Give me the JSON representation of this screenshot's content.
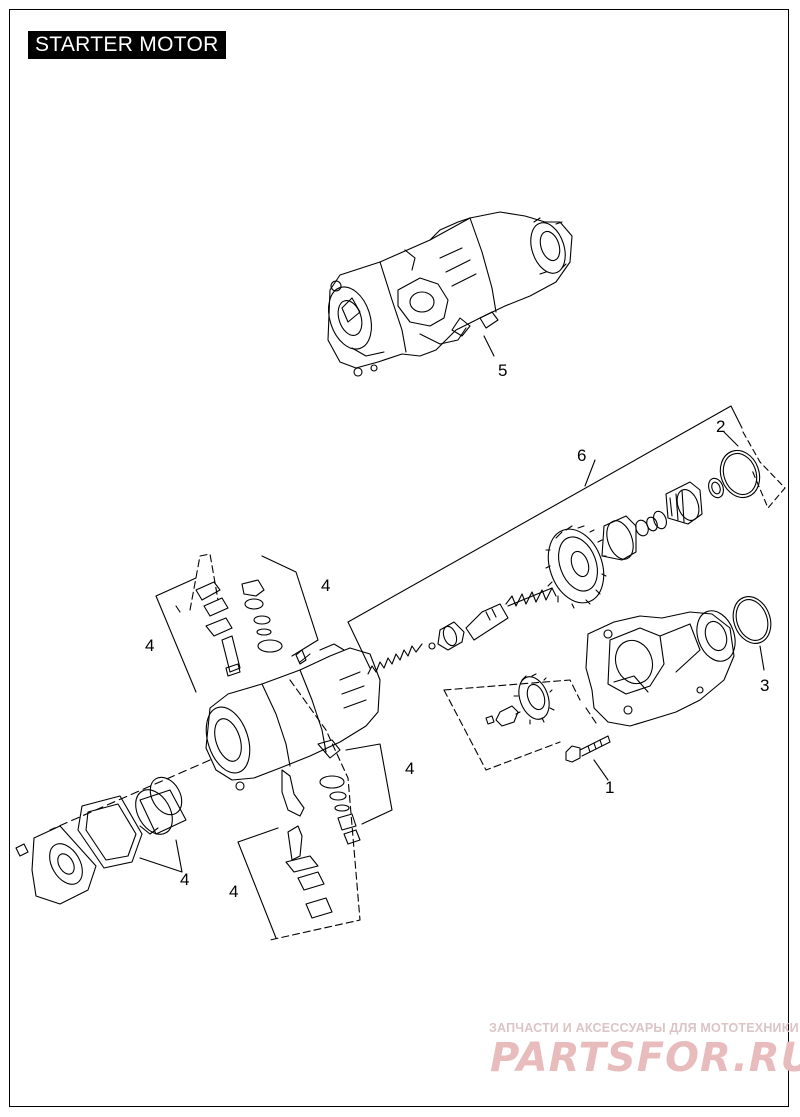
{
  "title": "STARTER MOTOR",
  "callouts": {
    "c1": "1",
    "c2": "2",
    "c3": "3",
    "c4a": "4",
    "c4b": "4",
    "c4c": "4",
    "c4d": "4",
    "c4e": "4",
    "c5": "5",
    "c6": "6"
  },
  "watermark": {
    "line1": "ЗАПЧАСТИ И АКСЕССУАРЫ ДЛЯ МОТОТЕХНИКИ",
    "line2": "PARTSFOR.RU"
  },
  "colors": {
    "line": "#000000",
    "watermark": "#e0bcbc",
    "background": "#ffffff"
  }
}
